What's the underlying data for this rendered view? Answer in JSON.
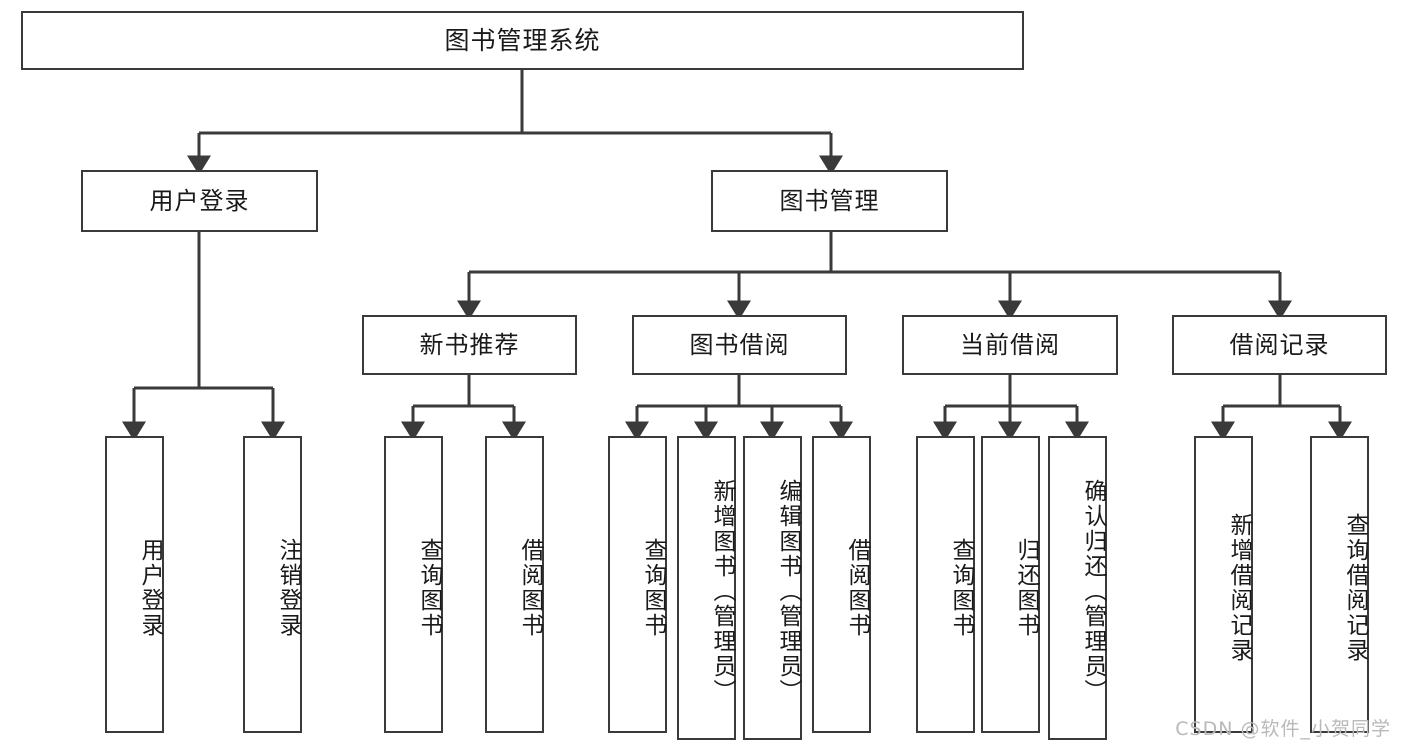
{
  "diagram": {
    "title": "图书管理系统",
    "watermark": "CSDN @软件_小贺同学",
    "colors": {
      "box_border": "#3a3a3a",
      "box_fill": "#ffffff",
      "edge": "#3a3a3a",
      "text": "#1a1a1a",
      "watermark": "#b9b9b9",
      "background": "#ffffff"
    },
    "nodes": {
      "root": {
        "label": "图书管理系统"
      },
      "level2": [
        {
          "id": "user-login",
          "label": "用户登录"
        },
        {
          "id": "book-manage",
          "label": "图书管理"
        }
      ],
      "level3": [
        {
          "id": "new-book-recommend",
          "label": "新书推荐"
        },
        {
          "id": "book-borrow",
          "label": "图书借阅"
        },
        {
          "id": "current-borrow",
          "label": "当前借阅"
        },
        {
          "id": "borrow-record",
          "label": "借阅记录"
        }
      ],
      "leaves_user_login": [
        {
          "id": "leaf-user-login",
          "label": "用户登录"
        },
        {
          "id": "leaf-logout",
          "label": "注销登录"
        }
      ],
      "leaves_new_book_recommend": [
        {
          "id": "leaf-query-book-1",
          "label": "查询图书"
        },
        {
          "id": "leaf-borrow-book-1",
          "label": "借阅图书"
        }
      ],
      "leaves_book_borrow": [
        {
          "id": "leaf-query-book-2",
          "label": "查询图书"
        },
        {
          "id": "leaf-add-book",
          "label": "新增图书（管理员）"
        },
        {
          "id": "leaf-edit-book",
          "label": "编辑图书（管理员）"
        },
        {
          "id": "leaf-borrow-book-2",
          "label": "借阅图书"
        }
      ],
      "leaves_current_borrow": [
        {
          "id": "leaf-query-book-3",
          "label": "查询图书"
        },
        {
          "id": "leaf-return-book",
          "label": "归还图书"
        },
        {
          "id": "leaf-confirm-return",
          "label": "确认归还（管理员）"
        }
      ],
      "leaves_borrow_record": [
        {
          "id": "leaf-add-record",
          "label": "新增借阅记录"
        },
        {
          "id": "leaf-query-record",
          "label": "查询借阅记录"
        }
      ]
    }
  }
}
